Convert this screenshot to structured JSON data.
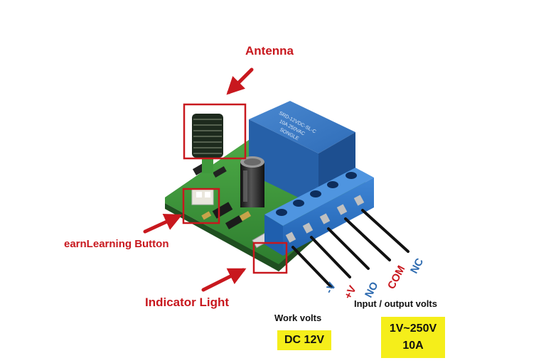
{
  "callouts": {
    "antenna": "Antenna",
    "learning_button": "earnLearning Button",
    "indicator_light": "Indicator Light"
  },
  "terminals": {
    "neg": "-V",
    "pos": "+V",
    "no": "NO",
    "com": "COM",
    "nc": "NC"
  },
  "specs": {
    "work_volts_label": "Work volts",
    "work_volts_value": "DC 12V",
    "io_label": "Input / output volts",
    "io_value_line1": "1V~250V",
    "io_value_line2": "10A"
  },
  "colors": {
    "callout_red": "#c8181e",
    "terminal_blue": "#2e6bb0",
    "terminal_red": "#c8181e",
    "spec_yellow": "#f5ee1a",
    "pcb_green": "#3f9a3c",
    "relay_blue": "#2f6db8"
  }
}
